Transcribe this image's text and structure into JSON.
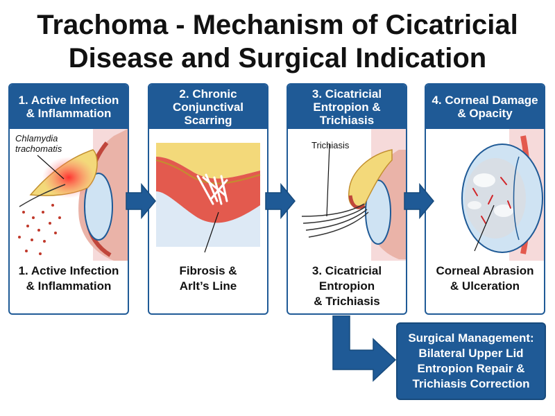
{
  "title": {
    "line1": "Trachoma - Mechanism of Cicatricial",
    "line2": "Disease and Surgical Indication"
  },
  "panels": [
    {
      "header": [
        "1. Active Infection",
        "& Inflammation"
      ],
      "caption": [
        "1. Active Infection",
        "& Inflammation"
      ],
      "label": [
        "Chlamydia",
        "trachomatis"
      ]
    },
    {
      "header": [
        "2. Chronic",
        "Conjunctival",
        "Scarring"
      ],
      "caption": [
        "Fibrosis &",
        "Arlt’s Line"
      ]
    },
    {
      "header": [
        "3. Cicatricial",
        "Entropion &",
        "Trichiasis"
      ],
      "caption": [
        "3. Cicatricial",
        "Entropion",
        "& Trichiasis"
      ],
      "label": [
        "Trichiasis"
      ]
    },
    {
      "header": [
        "4. Corneal Damage",
        "& Opacity"
      ],
      "caption": [
        "Corneal Abrasion",
        "& Ulceration"
      ]
    }
  ],
  "surgery": {
    "lines": [
      "Surgical Management:",
      "Bilateral Upper Lid",
      "Entropion Repair &",
      "Trichiasis Correction"
    ]
  },
  "colors": {
    "accent": "#1f5a96",
    "inflammation": "#e02a2a",
    "tissue": "#e35a4e",
    "cornea": "#cfe3f3",
    "fat": "#f3d97a"
  }
}
